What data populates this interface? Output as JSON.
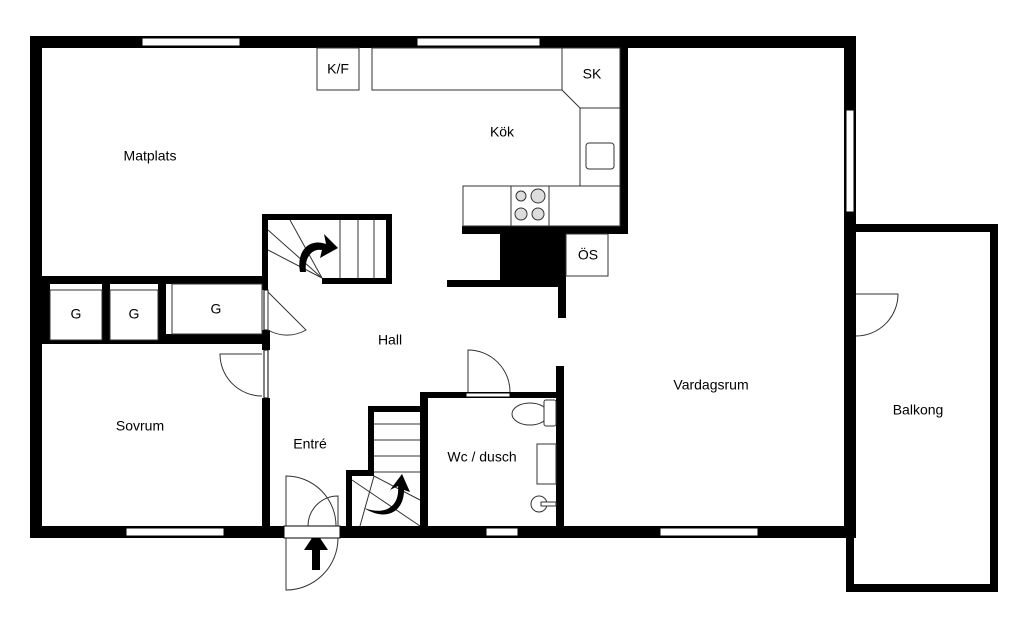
{
  "plan": {
    "rooms": {
      "matplats": "Matplats",
      "kok": "Kök",
      "hall": "Hall",
      "vardagsrum": "Vardagsrum",
      "balkong": "Balkong",
      "sovrum": "Sovrum",
      "entre": "Entré",
      "wc": "Wc / dusch"
    },
    "fixtures": {
      "kf": "K/F",
      "sk": "SK",
      "os": "ÖS",
      "g1": "G",
      "g2": "G",
      "g3": "G"
    }
  }
}
